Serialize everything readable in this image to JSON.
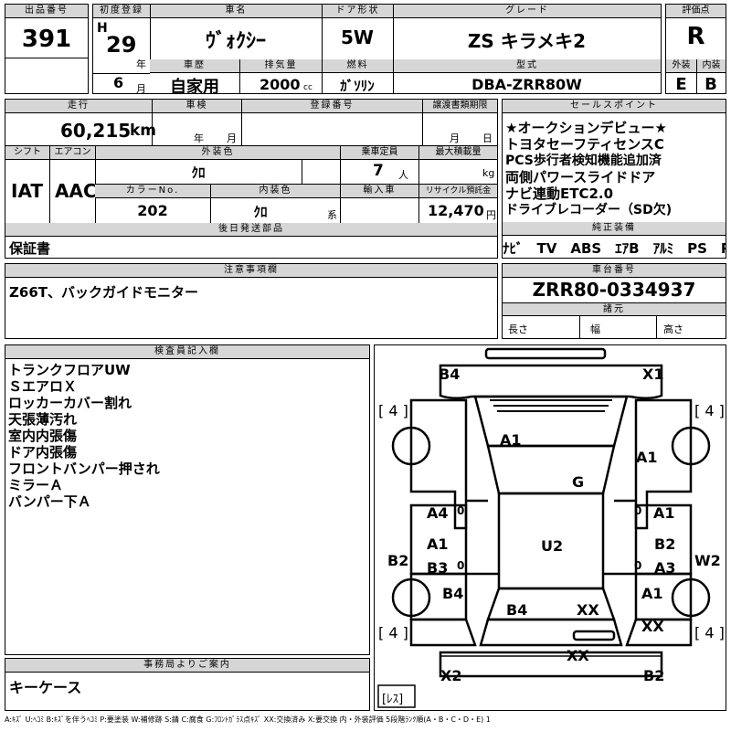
{
  "header": {
    "lot_label": "出品番号",
    "lot": "391",
    "year_label": "初度登録",
    "era": "H",
    "year": "29",
    "year_unit": "年",
    "month": "6",
    "month_unit": "月",
    "name_label": "車名",
    "name": "ｳﾞｫｸｼｰ",
    "door_label": "ドア形状",
    "door": "5W",
    "grade_label": "グレード",
    "grade": "ZS キラメキ2",
    "history_label": "車歴",
    "history": "自家用",
    "disp_label": "排気量",
    "disp": "2000",
    "disp_unit": "cc",
    "fuel_label": "燃料",
    "fuel": "ｶﾞｿﾘﾝ",
    "model_label": "型式",
    "model": "DBA-ZRR80W",
    "score_label": "評価点",
    "score": "R",
    "ext_label": "外装",
    "ext": "E",
    "int_label": "内装",
    "int": "B"
  },
  "details": {
    "mileage_label": "走行",
    "mileage": "60,215",
    "mileage_unit": "km",
    "inspect_label": "車検",
    "inspect_year": "年",
    "inspect_month": "月",
    "reg_label": "登録番号",
    "transfer_label": "譲渡書類期限",
    "transfer_month": "月",
    "transfer_day": "日",
    "shift_label": "シフト",
    "shift": "IAT",
    "ac_label": "エアコン",
    "ac": "AAC",
    "color_label": "外装色",
    "color": "ｸﾛ",
    "capacity_label": "乗車定員",
    "capacity": "7",
    "capacity_unit": "人",
    "load_label": "最大積載量",
    "load_unit": "kg",
    "colorno_label": "カラーNo.",
    "colorno": "202",
    "intcolor_label": "内装色",
    "intcolor": "ｸﾛ",
    "intcolor_unit": "系",
    "import_label": "輸入車",
    "recycle_label": "リサイクル預託金",
    "recycle": "12,470",
    "recycle_unit": "円",
    "later_label": "後日発送部品",
    "later": "保証書"
  },
  "sales": {
    "label": "セールスポイント",
    "items": [
      "★オークションデビュー★",
      "トヨタセーフティセンスC",
      "PCS歩行者検知機能追加済",
      "両側パワースライドドア",
      "ナビ連動ETC2.0",
      "ドライブレコーダー（SD欠)"
    ],
    "equip_label": "純正装備",
    "equip": "ﾅﾋﾞ　TV　ABS　ｴｱB　ｱﾙﾐ　PS　PW"
  },
  "notes": {
    "label": "注意事項欄",
    "text": "Z66T、バックガイドモニター"
  },
  "chassis": {
    "label": "車台番号",
    "number": "ZRR80-0334937",
    "dims_label": "諸元",
    "len": "長さ",
    "wid": "幅",
    "hgt": "高さ"
  },
  "inspector": {
    "label": "検査員記入欄",
    "lines": [
      "トランクフロアUW",
      "ＳエアロＸ",
      "ロッカーカバー割れ",
      "天張薄汚れ",
      "室内内張傷",
      "ドア内張傷",
      "フロントバンパー押され",
      "ミラーＡ",
      "バンパー下Ａ"
    ]
  },
  "office": {
    "label": "事務局よりご案内",
    "text": "キーケース"
  },
  "diagram": {
    "tires": [
      "[ 4 ]",
      "[ 4 ]",
      "[ 4 ]",
      "[ 4 ]"
    ],
    "spare": "[ﾚｽ]",
    "marks": {
      "b4_top": "B4",
      "x1_top": "X1",
      "a1_hood": "A1",
      "a1_rf": "A1",
      "g": "G",
      "a4_l": "A4",
      "zero_l1": "0",
      "zero_r1": "0",
      "a1_r1": "A1",
      "a1_l2": "A1",
      "b2_r": "B2",
      "b2_l": "B2",
      "u2": "U2",
      "b3": "B3",
      "zero_l2": "0",
      "zero_r2": "0",
      "a3": "A3",
      "w2": "W2",
      "b4_lr": "B4",
      "a1_rr": "A1",
      "b4_c": "B4",
      "xx_c": "XX",
      "xx_r": "XX",
      "xx_b": "XX",
      "x2": "X2",
      "b2_b": "B2"
    }
  },
  "legend": "A:ｷｽﾞ U:ﾍｺﾐ B:ｷｽﾞを伴うﾍｺﾐ P:要塗装 W:補修跡 S:錆 C:腐食 G:ﾌﾛﾝﾄｶﾞﾗｽ点ｷｽﾞ XX:交換済み X:要交換 内・外装評価 5段階ﾗﾝｸ順(A・B・C・D・E) 1"
}
